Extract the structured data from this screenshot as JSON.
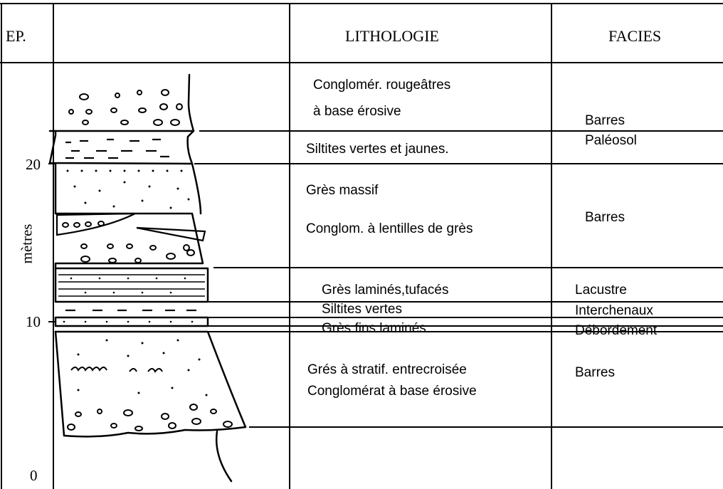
{
  "header": {
    "ep": "EP.",
    "lithologie": "LITHOLOGIE",
    "facies": "FACIES"
  },
  "axis": {
    "unit": "mètres",
    "ticks": [
      "20",
      "10",
      "0"
    ]
  },
  "lithology": [
    "Conglomér. rougeâtres",
    "à base érosive",
    "Siltites vertes et jaunes.",
    "Grès massif",
    "Conglom. à lentilles de grès",
    "Grès laminés,tufacés",
    "Siltites vertes",
    "Grès fins laminés",
    "Grés à stratif. entrecroisée",
    "Conglomérat à base érosive"
  ],
  "facies": [
    "Barres",
    "Paléosol",
    "Barres",
    "Lacustre",
    "Interchenaux",
    "Débordement",
    "Barres"
  ]
}
